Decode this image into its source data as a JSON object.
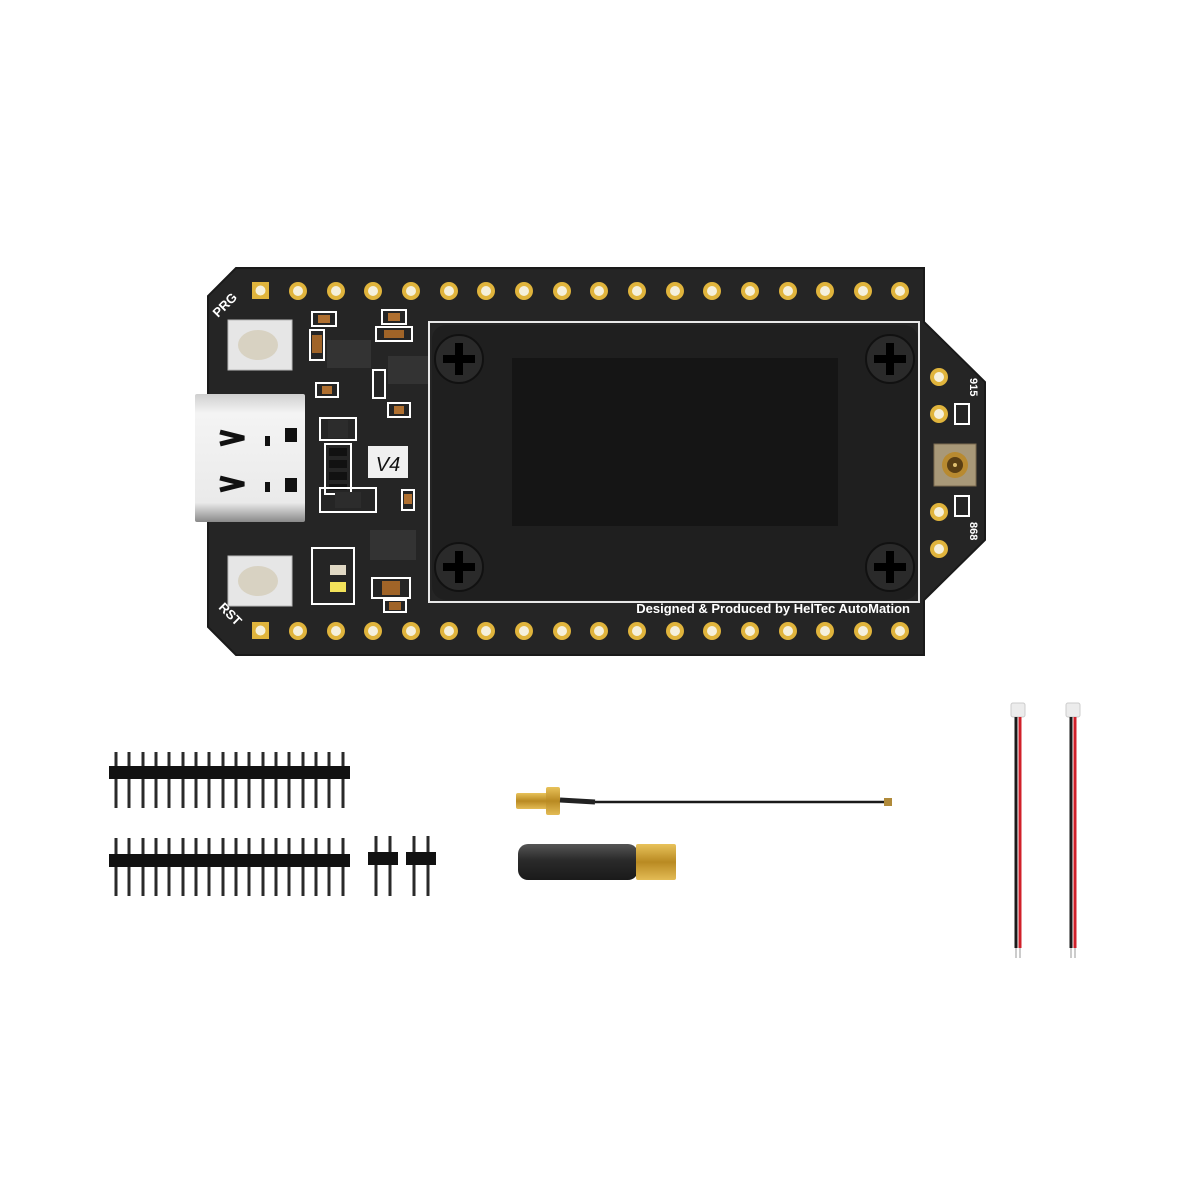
{
  "scene": {
    "description": "Product photo of a LoRa development board kit on white background",
    "background_color": "#ffffff"
  },
  "board": {
    "color": "#252525",
    "pad_color": "#e0b43c",
    "version_label": "V4",
    "button_top_label": "PRG",
    "button_bottom_label": "RST",
    "footer_text": "Designed & Produced by HelTec AutoMation",
    "antenna_band_top": "915",
    "antenna_band_bottom": "868",
    "top_pin_count": 18,
    "bottom_pin_count": 18,
    "side_pin_count": 4
  },
  "accessories": {
    "pin_headers": [
      {
        "name": "long-header-1",
        "pins": 18
      },
      {
        "name": "long-header-2",
        "pins": 18
      },
      {
        "name": "short-header-1",
        "pins": 2
      },
      {
        "name": "short-header-2",
        "pins": 2
      }
    ],
    "antenna_pigtail": "SMA to IPEX pigtail cable",
    "antenna": "SMA rubber duck antenna",
    "battery_cables": [
      {
        "name": "jst-cable-1",
        "wires": [
          "black",
          "red"
        ]
      },
      {
        "name": "jst-cable-2",
        "wires": [
          "black",
          "red"
        ]
      }
    ]
  },
  "colors": {
    "gold": "#c9a23a",
    "wire_red": "#d0202a",
    "wire_black": "#1a1a1a",
    "antenna_body": "#2b2b2b"
  }
}
